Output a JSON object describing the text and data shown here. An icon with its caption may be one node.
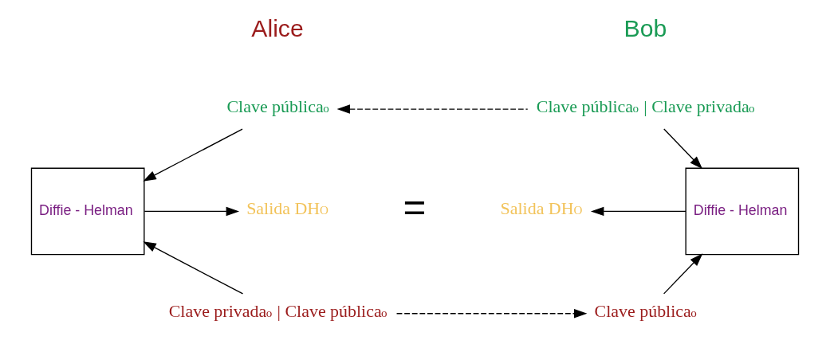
{
  "diagram": {
    "nodes": [
      {
        "text": [
          "Clave pública$_{o}$"
        ]
      },
      {
        "text": [
          "Diffie - Helman"
        ]
      },
      {
        "text": [
          "Salida DH$_{O}$"
        ]
      },
      {
        "text": [
          "Clave privada$_{o}$ | Clave pública$_{o}$"
        ]
      },
      {
        "text": [
          "Clave pública$_{o}$ | Clave privada$_{o}$"
        ]
      },
      {
        "text": [
          "Diffie - Helman"
        ]
      },
      {
        "text": [
          "Salida DH$_{O}$"
        ]
      },
      {
        "text": [
          "Clave pública$_{o}$"
        ]
      }
    ],
    "edges": [
      {
        "from": 4,
        "to": 0,
        "arrow": "to",
        "style": "dashed"
      },
      {
        "from": 0,
        "to": 1,
        "arrow": "to"
      },
      {
        "from": 3,
        "to": 1,
        "arrow": "to"
      },
      {
        "from": 1,
        "to": 2,
        "arrow": "to"
      },
      {
        "from": 4,
        "to": 5,
        "arrow": "to"
      },
      {
        "from": 7,
        "to": 5,
        "arrow": "to"
      },
      {
        "from": 5,
        "to": 6,
        "arrow": "to"
      },
      {
        "from": 3,
        "to": 7,
        "arrow": "to",
        "style": "dashed"
      }
    ],
    "labels": [
      "Alice",
      "Bob",
      "="
    ]
  }
}
